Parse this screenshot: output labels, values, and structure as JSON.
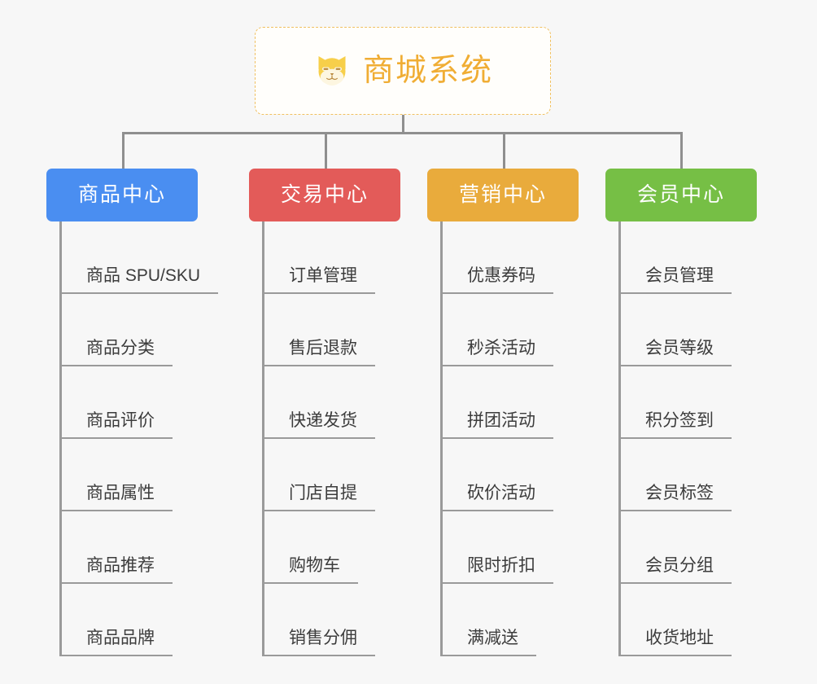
{
  "background": "#f7f7f7",
  "root": {
    "title": "商城系统",
    "icon": "shiba-dog-icon",
    "border_color": "#f0c060",
    "text_color": "#f0ad34"
  },
  "connector_color": "#8f8f8f",
  "columns": [
    {
      "label": "商品中心",
      "color": "#4a8ef1",
      "items": [
        "商品 SPU/SKU",
        "商品分类",
        "商品评价",
        "商品属性",
        "商品推荐",
        "商品品牌"
      ]
    },
    {
      "label": "交易中心",
      "color": "#e35b59",
      "items": [
        "订单管理",
        "售后退款",
        "快递发货",
        "门店自提",
        "购物车",
        "销售分佣"
      ]
    },
    {
      "label": "营销中心",
      "color": "#e9ab3c",
      "items": [
        "优惠券码",
        "秒杀活动",
        "拼团活动",
        "砍价活动",
        "限时折扣",
        "满减送"
      ]
    },
    {
      "label": "会员中心",
      "color": "#76bf45",
      "items": [
        "会员管理",
        "会员等级",
        "积分签到",
        "会员标签",
        "会员分组",
        "收货地址"
      ]
    }
  ]
}
